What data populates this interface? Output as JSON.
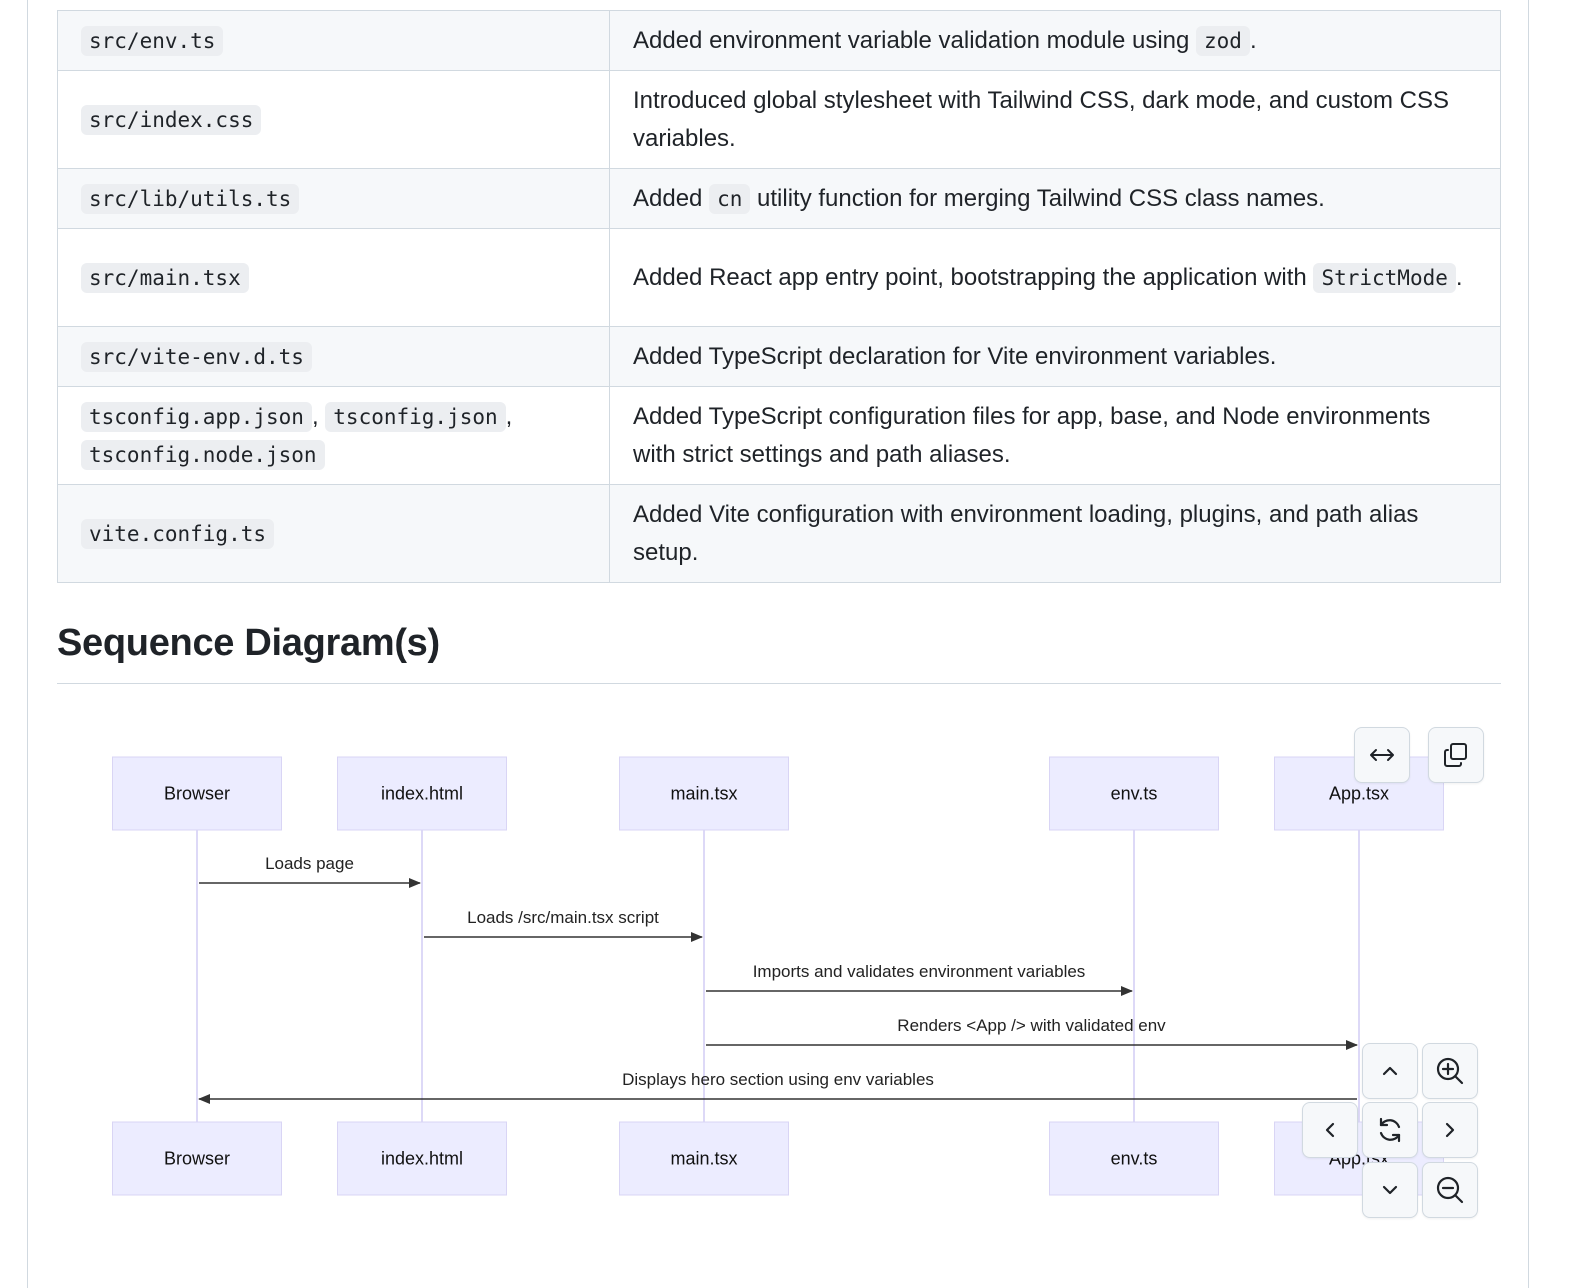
{
  "table": {
    "rows": [
      {
        "files": [
          "src/env.ts"
        ],
        "desc": [
          {
            "t": "Added environment variable validation module using "
          },
          {
            "code": "zod"
          },
          {
            "t": "."
          }
        ]
      },
      {
        "files": [
          "src/index.css"
        ],
        "desc": [
          {
            "t": "Introduced global stylesheet with Tailwind CSS, dark mode, and custom CSS variables."
          }
        ]
      },
      {
        "files": [
          "src/lib/utils.ts"
        ],
        "desc": [
          {
            "t": "Added "
          },
          {
            "code": "cn"
          },
          {
            "t": " utility function for merging Tailwind CSS class names."
          }
        ]
      },
      {
        "files": [
          "src/main.tsx"
        ],
        "desc": [
          {
            "t": "Added React app entry point, bootstrapping the application with "
          },
          {
            "code": "StrictMode"
          },
          {
            "t": "."
          }
        ]
      },
      {
        "files": [
          "src/vite-env.d.ts"
        ],
        "desc": [
          {
            "t": "Added TypeScript declaration for Vite environment variables."
          }
        ]
      },
      {
        "files": [
          "tsconfig.app.json",
          "tsconfig.json",
          "tsconfig.node.json"
        ],
        "desc": [
          {
            "t": "Added TypeScript configuration files for app, base, and Node environments with strict settings and path aliases."
          }
        ]
      },
      {
        "files": [
          "vite.config.ts"
        ],
        "desc": [
          {
            "t": "Added Vite configuration with environment loading, plugins, and path alias setup."
          }
        ]
      }
    ]
  },
  "section": {
    "title": "Sequence Diagram(s)"
  },
  "diagram": {
    "actors": [
      "Browser",
      "index.html",
      "main.tsx",
      "env.ts",
      "App.tsx"
    ],
    "messages": [
      {
        "from": 0,
        "to": 1,
        "label": "Loads page"
      },
      {
        "from": 1,
        "to": 2,
        "label": "Loads /src/main.tsx script"
      },
      {
        "from": 2,
        "to": 3,
        "label": "Imports and validates environment variables"
      },
      {
        "from": 2,
        "to": 4,
        "label": "Renders <App /> with validated env"
      },
      {
        "from": 4,
        "to": 0,
        "label": "Displays hero section using env variables"
      }
    ]
  },
  "controls": {
    "expand": "arrows-horizontal-icon",
    "copy": "copy-icon",
    "pan_up": "chevron-up-icon",
    "zoom_in": "zoom-in-icon",
    "pan_left": "chevron-left-icon",
    "reset": "reset-icon",
    "pan_right": "chevron-right-icon",
    "pan_down": "chevron-down-icon",
    "zoom_out": "zoom-out-icon"
  }
}
